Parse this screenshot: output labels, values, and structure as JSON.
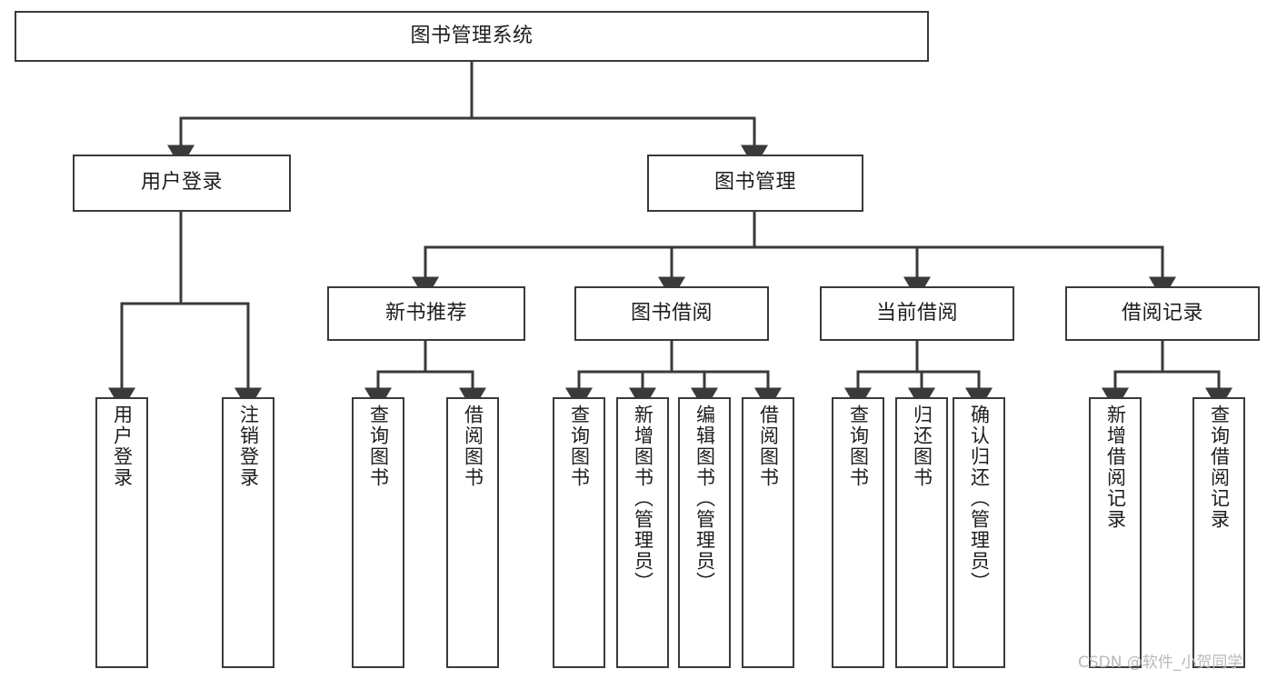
{
  "diagram": {
    "type": "tree-hierarchy",
    "title": "图书管理系统",
    "root": {
      "id": "root",
      "label": "图书管理系统"
    },
    "level2": [
      {
        "id": "user-login",
        "label": "用户登录"
      },
      {
        "id": "book-management",
        "label": "图书管理"
      }
    ],
    "level3": [
      {
        "id": "new-book-recommend",
        "label": "新书推荐",
        "parent": "book-management"
      },
      {
        "id": "book-borrow",
        "label": "图书借阅",
        "parent": "book-management"
      },
      {
        "id": "current-borrow",
        "label": "当前借阅",
        "parent": "book-management"
      },
      {
        "id": "borrow-record",
        "label": "借阅记录",
        "parent": "book-management"
      }
    ],
    "leaves": [
      {
        "id": "leaf-user-login",
        "label": "用户登录",
        "parent": "user-login"
      },
      {
        "id": "leaf-logout-login",
        "label": "注销登录",
        "parent": "user-login"
      },
      {
        "id": "leaf-query-book-1",
        "label": "查询图书",
        "parent": "new-book-recommend"
      },
      {
        "id": "leaf-borrow-book-1",
        "label": "借阅图书",
        "parent": "new-book-recommend"
      },
      {
        "id": "leaf-query-book-2",
        "label": "查询图书",
        "parent": "book-borrow"
      },
      {
        "id": "leaf-add-book",
        "label": "新增图书（管理员）",
        "parent": "book-borrow"
      },
      {
        "id": "leaf-edit-book",
        "label": "编辑图书（管理员）",
        "parent": "book-borrow"
      },
      {
        "id": "leaf-borrow-book-2",
        "label": "借阅图书",
        "parent": "book-borrow"
      },
      {
        "id": "leaf-query-book-3",
        "label": "查询图书",
        "parent": "current-borrow"
      },
      {
        "id": "leaf-return-book",
        "label": "归还图书",
        "parent": "current-borrow"
      },
      {
        "id": "leaf-confirm-return",
        "label": "确认归还（管理员）",
        "parent": "current-borrow"
      },
      {
        "id": "leaf-add-borrow-record",
        "label": "新增借阅记录",
        "parent": "borrow-record"
      },
      {
        "id": "leaf-query-borrow-record",
        "label": "查询借阅记录",
        "parent": "borrow-record"
      }
    ],
    "colors": {
      "line": "#3a3a3a",
      "box_border": "#3a3a3a",
      "box_fill": "#ffffff",
      "text": "#1d1d1d",
      "background": "#ffffff",
      "watermark": "#b9b9b9"
    }
  },
  "watermark": {
    "text": "CSDN @软件_小贺同学"
  }
}
